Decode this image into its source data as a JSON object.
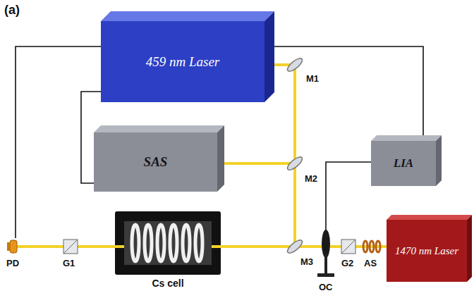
{
  "diagram": {
    "nodes": [
      {
        "text": [
          "459 nm Laser"
        ]
      },
      {
        "text": [
          "SAS"
        ]
      },
      {
        "text": [
          "LIA"
        ]
      },
      {
        "text": [
          "Cs cell"
        ]
      },
      {
        "text": [
          "1470 nm Laser"
        ]
      }
    ],
    "edges": [
      {
        "from": 1,
        "to": 0,
        "arrow": "none"
      }
    ],
    "labels": [
      "(a)",
      "M1",
      "M2",
      "M3",
      "PD",
      "G1",
      "OC",
      "G2",
      "AS"
    ]
  }
}
